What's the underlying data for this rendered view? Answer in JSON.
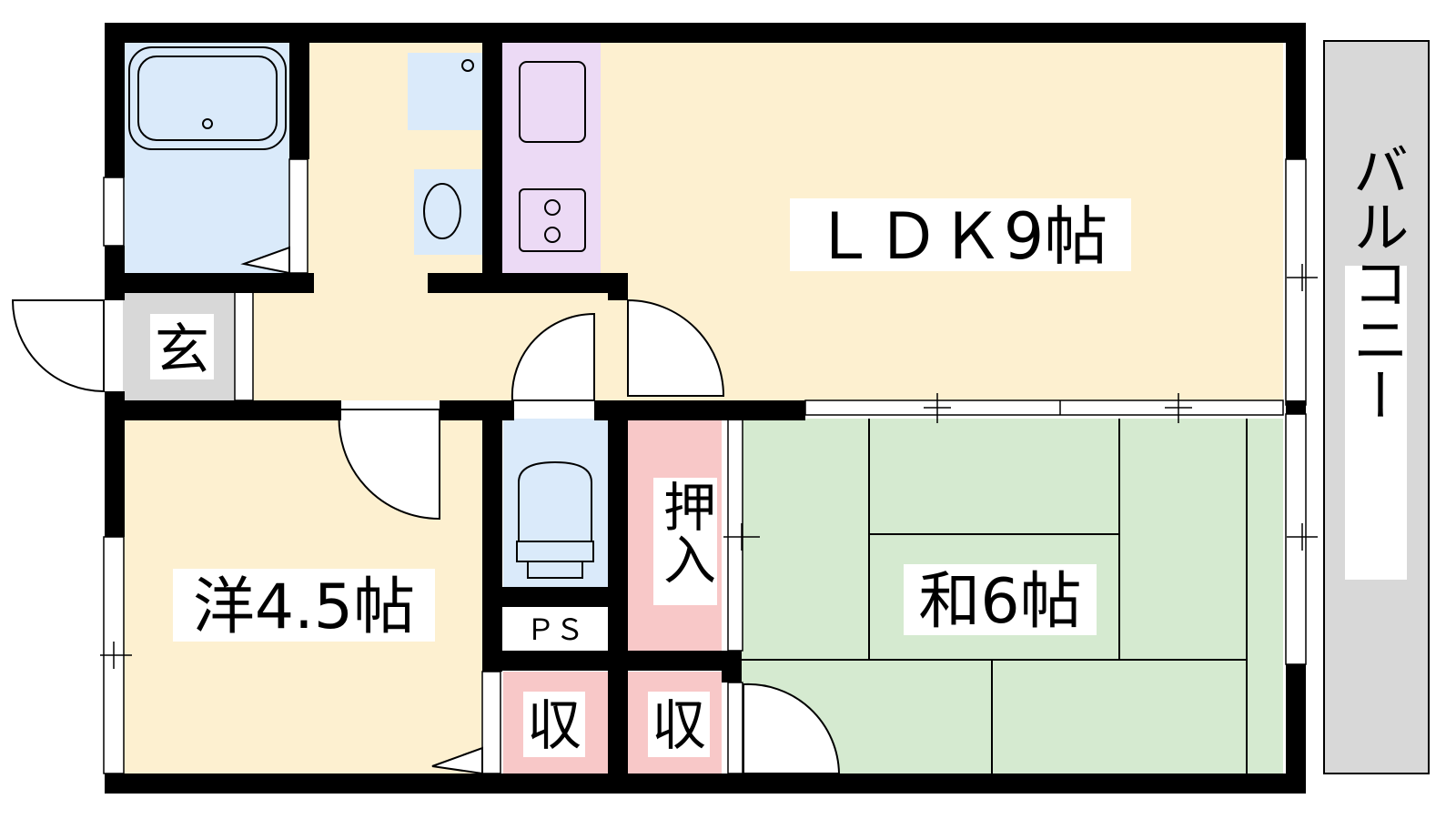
{
  "rooms": {
    "ldk": "ＬＤＫ9帖",
    "western": "洋4.5帖",
    "japanese": "和6帖",
    "entrance": "玄",
    "closet_oshiire": "押入",
    "storage_left": "収",
    "storage_right": "収",
    "pipe_space": "ＰＳ",
    "balcony": "バルコニー"
  },
  "colors": {
    "floor_wood": "#fdf0d0",
    "bath_tile": "#daeafa",
    "kitchen": "#ecdaf5",
    "tatami": "#d5ead0",
    "storage": "#f8c8c8",
    "entrance": "#d8d8d8",
    "balcony": "#d8d8d8",
    "wall": "#000000"
  }
}
